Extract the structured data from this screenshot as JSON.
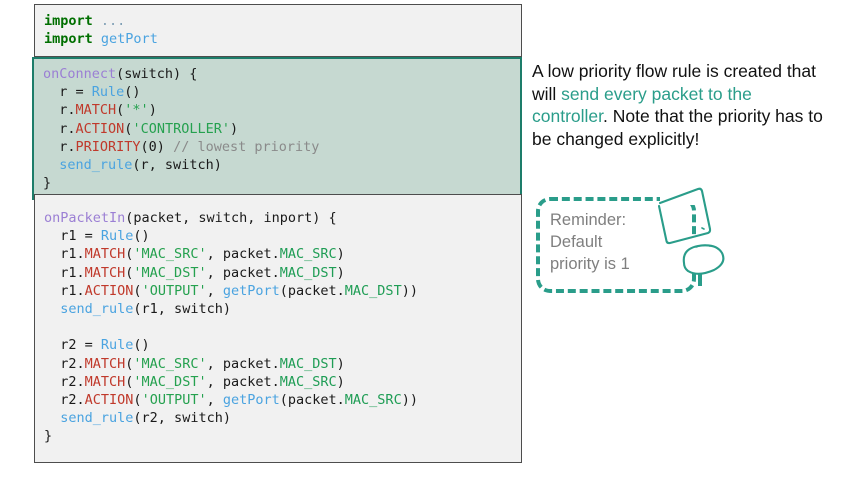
{
  "code": {
    "import_block": {
      "lines": [
        [
          {
            "t": "import",
            "c": "kw"
          },
          {
            "t": " ",
            "c": "plain"
          },
          {
            "t": "...",
            "c": "dots"
          }
        ],
        [
          {
            "t": "import",
            "c": "kw"
          },
          {
            "t": " ",
            "c": "plain"
          },
          {
            "t": "getPort",
            "c": "fn"
          }
        ]
      ]
    },
    "onconnect_block": {
      "highlighted": true,
      "lines": [
        [
          {
            "t": "onConnect",
            "c": "def"
          },
          {
            "t": "(switch) {",
            "c": "plain"
          }
        ],
        [
          {
            "t": "  r = ",
            "c": "plain"
          },
          {
            "t": "Rule",
            "c": "fn"
          },
          {
            "t": "()",
            "c": "plain"
          }
        ],
        [
          {
            "t": "  r.",
            "c": "plain"
          },
          {
            "t": "MATCH",
            "c": "method"
          },
          {
            "t": "(",
            "c": "plain"
          },
          {
            "t": "'*'",
            "c": "str"
          },
          {
            "t": ")",
            "c": "plain"
          }
        ],
        [
          {
            "t": "  r.",
            "c": "plain"
          },
          {
            "t": "ACTION",
            "c": "method"
          },
          {
            "t": "(",
            "c": "plain"
          },
          {
            "t": "'CONTROLLER'",
            "c": "str"
          },
          {
            "t": ")",
            "c": "plain"
          }
        ],
        [
          {
            "t": "  r.",
            "c": "plain"
          },
          {
            "t": "PRIORITY",
            "c": "method"
          },
          {
            "t": "(0) ",
            "c": "plain"
          },
          {
            "t": "// lowest priority",
            "c": "cmt"
          }
        ],
        [
          {
            "t": "  ",
            "c": "plain"
          },
          {
            "t": "send_rule",
            "c": "fn"
          },
          {
            "t": "(r, switch)",
            "c": "plain"
          }
        ],
        [
          {
            "t": "}",
            "c": "plain"
          }
        ]
      ]
    },
    "onpacketin_block": {
      "lines": [
        [
          {
            "t": "onPacketIn",
            "c": "def"
          },
          {
            "t": "(packet, switch, inport) {",
            "c": "plain"
          }
        ],
        [
          {
            "t": "  r1 = ",
            "c": "plain"
          },
          {
            "t": "Rule",
            "c": "fn"
          },
          {
            "t": "()",
            "c": "plain"
          }
        ],
        [
          {
            "t": "  r1.",
            "c": "plain"
          },
          {
            "t": "MATCH",
            "c": "method"
          },
          {
            "t": "(",
            "c": "plain"
          },
          {
            "t": "'MAC_SRC'",
            "c": "str"
          },
          {
            "t": ", packet.",
            "c": "plain"
          },
          {
            "t": "MAC_SRC",
            "c": "attr"
          },
          {
            "t": ")",
            "c": "plain"
          }
        ],
        [
          {
            "t": "  r1.",
            "c": "plain"
          },
          {
            "t": "MATCH",
            "c": "method"
          },
          {
            "t": "(",
            "c": "plain"
          },
          {
            "t": "'MAC_DST'",
            "c": "str"
          },
          {
            "t": ", packet.",
            "c": "plain"
          },
          {
            "t": "MAC_DST",
            "c": "attr"
          },
          {
            "t": ")",
            "c": "plain"
          }
        ],
        [
          {
            "t": "  r1.",
            "c": "plain"
          },
          {
            "t": "ACTION",
            "c": "method"
          },
          {
            "t": "(",
            "c": "plain"
          },
          {
            "t": "'OUTPUT'",
            "c": "str"
          },
          {
            "t": ", ",
            "c": "plain"
          },
          {
            "t": "getPort",
            "c": "fn"
          },
          {
            "t": "(packet.",
            "c": "plain"
          },
          {
            "t": "MAC_DST",
            "c": "attr"
          },
          {
            "t": "))",
            "c": "plain"
          }
        ],
        [
          {
            "t": "  ",
            "c": "plain"
          },
          {
            "t": "send_rule",
            "c": "fn"
          },
          {
            "t": "(r1, switch)",
            "c": "plain"
          }
        ],
        [
          {
            "t": "",
            "c": "plain"
          }
        ],
        [
          {
            "t": "  r2 = ",
            "c": "plain"
          },
          {
            "t": "Rule",
            "c": "fn"
          },
          {
            "t": "()",
            "c": "plain"
          }
        ],
        [
          {
            "t": "  r2.",
            "c": "plain"
          },
          {
            "t": "MATCH",
            "c": "method"
          },
          {
            "t": "(",
            "c": "plain"
          },
          {
            "t": "'MAC_SRC'",
            "c": "str"
          },
          {
            "t": ", packet.",
            "c": "plain"
          },
          {
            "t": "MAC_DST",
            "c": "attr"
          },
          {
            "t": ")",
            "c": "plain"
          }
        ],
        [
          {
            "t": "  r2.",
            "c": "plain"
          },
          {
            "t": "MATCH",
            "c": "method"
          },
          {
            "t": "(",
            "c": "plain"
          },
          {
            "t": "'MAC_DST'",
            "c": "str"
          },
          {
            "t": ", packet.",
            "c": "plain"
          },
          {
            "t": "MAC_SRC",
            "c": "attr"
          },
          {
            "t": ")",
            "c": "plain"
          }
        ],
        [
          {
            "t": "  r2.",
            "c": "plain"
          },
          {
            "t": "ACTION",
            "c": "method"
          },
          {
            "t": "(",
            "c": "plain"
          },
          {
            "t": "'OUTPUT'",
            "c": "str"
          },
          {
            "t": ", ",
            "c": "plain"
          },
          {
            "t": "getPort",
            "c": "fn"
          },
          {
            "t": "(packet.",
            "c": "plain"
          },
          {
            "t": "MAC_SRC",
            "c": "attr"
          },
          {
            "t": "))",
            "c": "plain"
          }
        ],
        [
          {
            "t": "  ",
            "c": "plain"
          },
          {
            "t": "send_rule",
            "c": "fn"
          },
          {
            "t": "(r2, switch)",
            "c": "plain"
          }
        ],
        [
          {
            "t": "}",
            "c": "plain"
          }
        ]
      ]
    }
  },
  "annotation": {
    "part1": "A low priority flow rule is created that will ",
    "highlight": "send every packet to the controller",
    "part2": ". Note that the priority has to be changed explicitly!"
  },
  "reminder": {
    "text": "Reminder:\nDefault\npriority is 1"
  },
  "colors": {
    "accent_teal": "#2a9d8a",
    "highlight_border": "#1d7d6a",
    "highlight_fill": "#c6d9d1",
    "panel_fill": "#f1f1f1",
    "panel_border": "#4d4d4d",
    "reminder_text": "#7f7f7f"
  }
}
